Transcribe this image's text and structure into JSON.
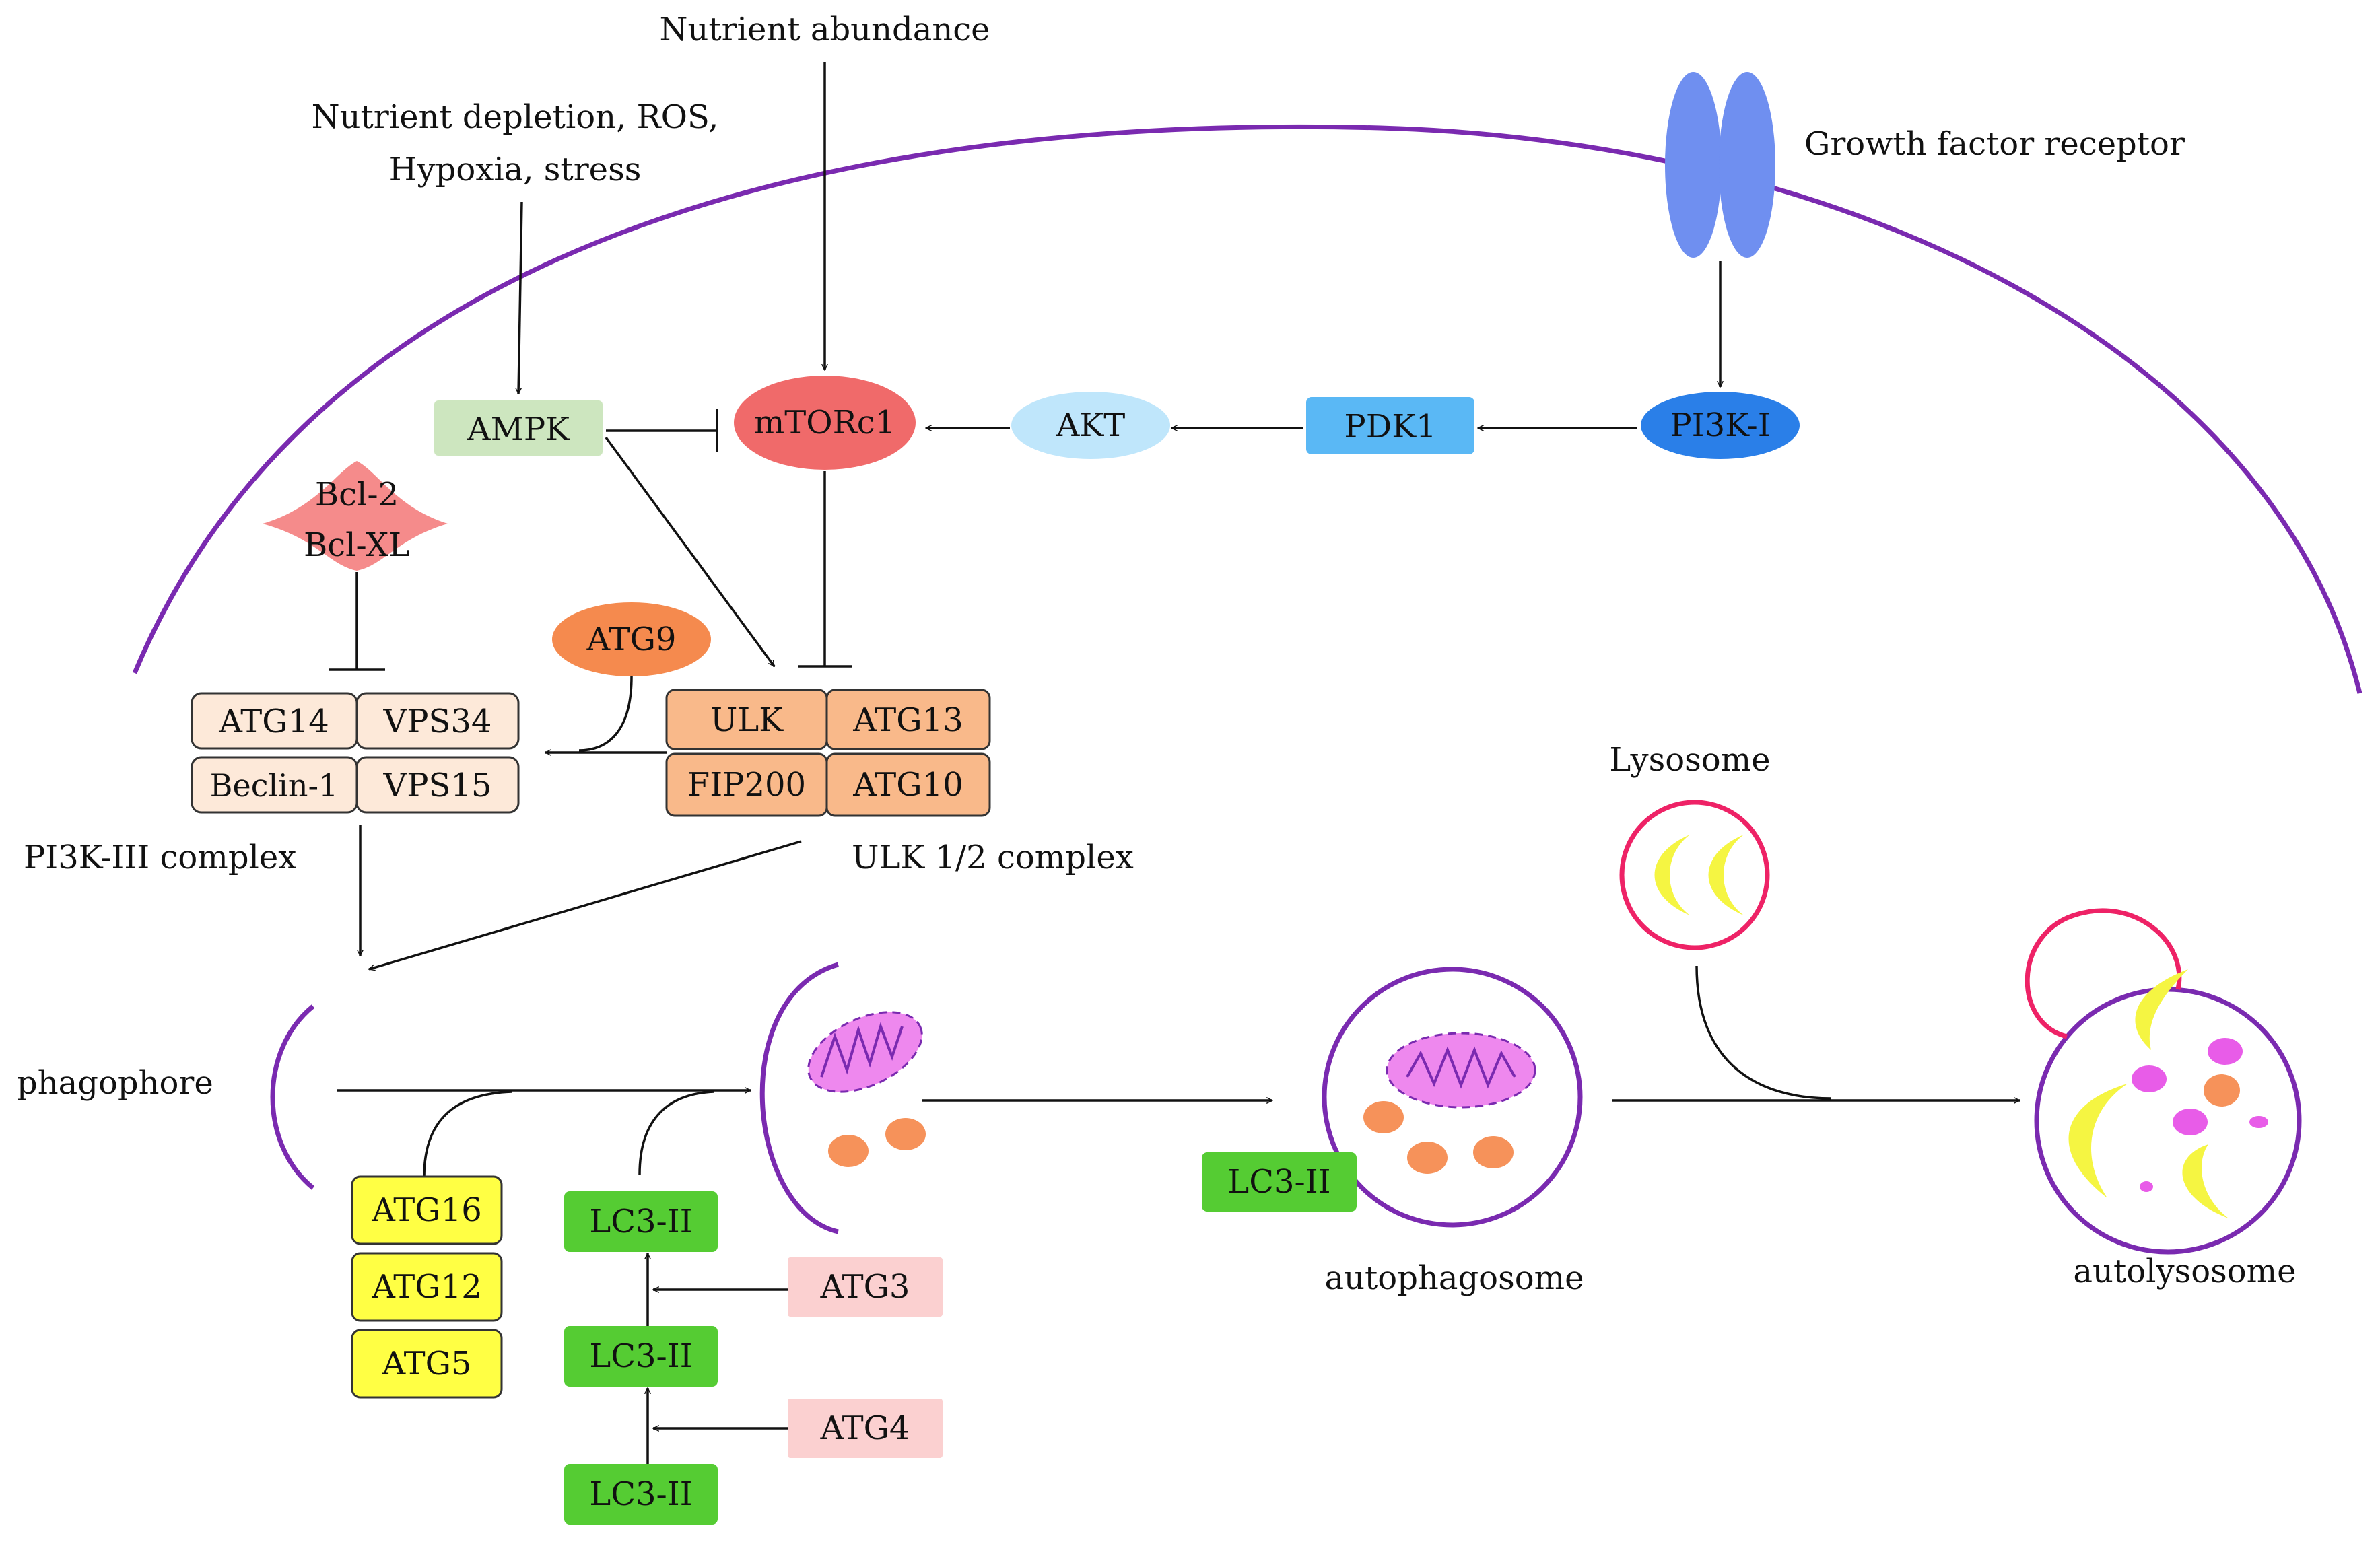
{
  "labels": {
    "nutrient_abundance": "Nutrient abundance",
    "nutrient_depletion_1": "Nutrient depletion, ROS,",
    "nutrient_depletion_2": "Hypoxia, stress",
    "growth_factor_receptor": "Growth factor receptor",
    "pi3k3_complex": "PI3K-III complex",
    "ulk_complex": "ULK 1/2 complex",
    "phagophore": "phagophore",
    "lysosome": "Lysosome",
    "autophagosome": "autophagosome",
    "autolysosome": "autolysosome"
  },
  "nodes": {
    "ampk": "AMPK",
    "mtorc1": "mTORc1",
    "akt": "AKT",
    "pdk1": "PDK1",
    "pi3k1": "PI3K-I",
    "bcl2": "Bcl-2",
    "bclxl": "Bcl-XL",
    "atg9": "ATG9",
    "atg14": "ATG14",
    "vps34": "VPS34",
    "beclin1": "Beclin-1",
    "vps15": "VPS15",
    "ulk": "ULK",
    "atg13": "ATG13",
    "fip200": "FIP200",
    "atg10": "ATG10",
    "atg16": "ATG16",
    "atg12": "ATG12",
    "atg5": "ATG5",
    "lc3_top": "LC3-II",
    "lc3_mid": "LC3-II",
    "lc3_bottom": "LC3-II",
    "atg3": "ATG3",
    "atg4": "ATG4",
    "lc3_autophagosome": "LC3-II"
  },
  "colors": {
    "membrane": "#7a2ab0",
    "receptor": "#6f8ff0",
    "pi3k1": "#2a7fe8",
    "pdk1": "#5ab8f5",
    "akt": "#bfe6fb",
    "mtorc1": "#f06a6a",
    "ampk": "#cde6bf",
    "bcl": "#f58b8b",
    "atg9": "#f58a4e",
    "pi3k3_complex": "#fde9d9",
    "ulk_complex": "#f9b98a",
    "atg_yellow": "#ffff44",
    "lc3": "#55cc33",
    "atg_pink": "#fbd0d0",
    "mitochondrion": "#ee88ee",
    "cargo": "#f6925a",
    "lysosome": "#ee2266",
    "lysosome_content": "#f5f542",
    "magenta_vesicle": "#e85ce8"
  }
}
